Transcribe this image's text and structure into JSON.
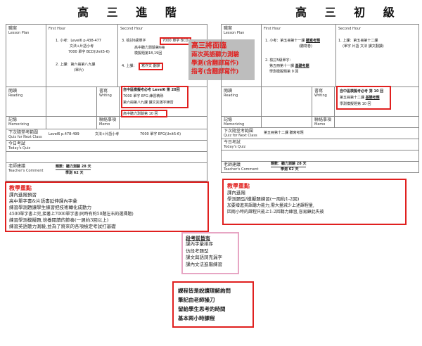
{
  "left": {
    "title": "高 三 進 階",
    "lesson": "職案",
    "lesson_en": "Lesson Plan",
    "first_hour": "First Hour",
    "second_hour": "Second Hour",
    "fh_item1": "1. 小考：Level6 p.438-477",
    "fh_item1b": "文法+片語小考",
    "fh_item1c": "7000 單字 BCD(Unit5-6)",
    "fh_item2": "2. 上課：第六冊第八九課",
    "fh_item2b": "(單片)",
    "sh_item3": "3. 檢討6級單字",
    "sh_item3_box": "7000 單字 BCD",
    "sh_item3b": "高中聽力測驗第6冊",
    "sh_item3c": "模擬題第18,19回",
    "sh_item4": "4. 上課：",
    "sh_item4_box": "寫作文 翻譯",
    "read": "閱讀",
    "read_en": "Reading",
    "write": "書寫",
    "write_en": "Writing",
    "write1": "自中區模擬考必考 Level6 第 20回",
    "write2": "7000 單字 EFG 練習精熟",
    "write3": "第六冊第八九課 課文完滿字練習",
    "write4": "高中聽力測驗第 10 回",
    "mem": "記憶",
    "mem_en": "Memorizing",
    "memo": "聯絡事項",
    "memo_en": "Memo",
    "quiz_next": "下次隨堂考範圍",
    "quiz_next_en": "Quiz for Next Class",
    "quiz_next_v1": "Level6 p.478-499",
    "quiz_next_v2": "文法+片語小考",
    "quiz_next_v3": "7000 單字 EFG(Unit5-6)",
    "today": "今日考試",
    "today_en": "Today's Quiz",
    "comment": "老師建議",
    "comment_en": "Teacher's Comment",
    "comment_v1": "題數：聽力測驗 28 天",
    "comment_v2": "學測 62 天"
  },
  "right": {
    "title": "高 三 初 級",
    "lesson": "職案",
    "lesson_en": "Lesson Plan",
    "first_hour": "First Hour",
    "second_hour": "Second Hour",
    "fh_item1": "1. 小考：第五冊第十一課",
    "fh_item1_ul": "聽寫考題",
    "fh_item1b": "(聽寫卷)",
    "fh_item2": "2. 檢討5級單字：",
    "fh_item2b": "第五冊第十一課",
    "fh_item2b_ul": "基礎考題",
    "fh_item2c": "學測模擬題第 9 回",
    "sh_item1": "1. 上課：第五冊第十二課",
    "sh_item1b": "(單字 片語 文法 課文翻讀)",
    "read": "閱讀",
    "read_en": "Reading",
    "write": "書寫",
    "write_en": "Writing",
    "write1": "自中區模擬考必考 第 10 回",
    "write2": "第五冊第十二課",
    "write2_ul": "基礎考題",
    "write3": "學測模擬題第 10 回",
    "mem": "記憶",
    "mem_en": "Memorizing",
    "memo": "聯絡事項",
    "memo_en": "Memo",
    "quiz_next": "下次隨堂考範圍",
    "quiz_next_en": "Quiz for Next Class",
    "quiz_next_v1": "第五冊第十二課 聽寫考題",
    "today": "今日考試",
    "today_en": "Today's Quiz",
    "comment": "老師建議",
    "comment_en": "Teacher's Comment",
    "comment_v1": "題數：聽力測驗 28 天",
    "comment_v2": "學測 62 天"
  },
  "callout": {
    "l1": "高三將面臨",
    "l2": "兩次英語聽力測驗",
    "l3": "學測(含翻譯寫作)",
    "l4": "指考(含翻譯寫作)"
  },
  "notes_left": {
    "head": "教學重點",
    "l1": "課內進階預習",
    "l2": "高中單字書&片語書延伸課內字彙",
    "l3": "練習學測題讓學生練習把技術轉化成動力",
    "l4": "4500單字書上完,接著上7000單字書(同時有約50題左右的選擇題)",
    "l5": "練習學測模擬題,培養閱讀的節奏(一週約3回以上)",
    "l6": "練習英語聽力測驗,並為了將來的各項檢定考試打基礎"
  },
  "notes_right": {
    "head": "教學重點",
    "l1": "課內進階",
    "l2": "學測題型/模擬題練習(一周約1-2回)",
    "l3": "加要增進英語聽力能力,需大量減少上述課程量,",
    "l4": "因兩小時的課程只能上1-2回聽力練習,容易顧此失彼"
  },
  "prep": {
    "head": "段考前皆有",
    "l1": "課內字彙排序",
    "l2": "仿段考題型",
    "l3": "課文與語詞克漏字",
    "l4": "課內文法進階練習"
  },
  "bottom": {
    "l1": "課程皆是說讀理解詢問",
    "l2": "筆記由老師操刀",
    "l3": "留給學生思考的時間",
    "l4": "基本兩小時課程"
  }
}
